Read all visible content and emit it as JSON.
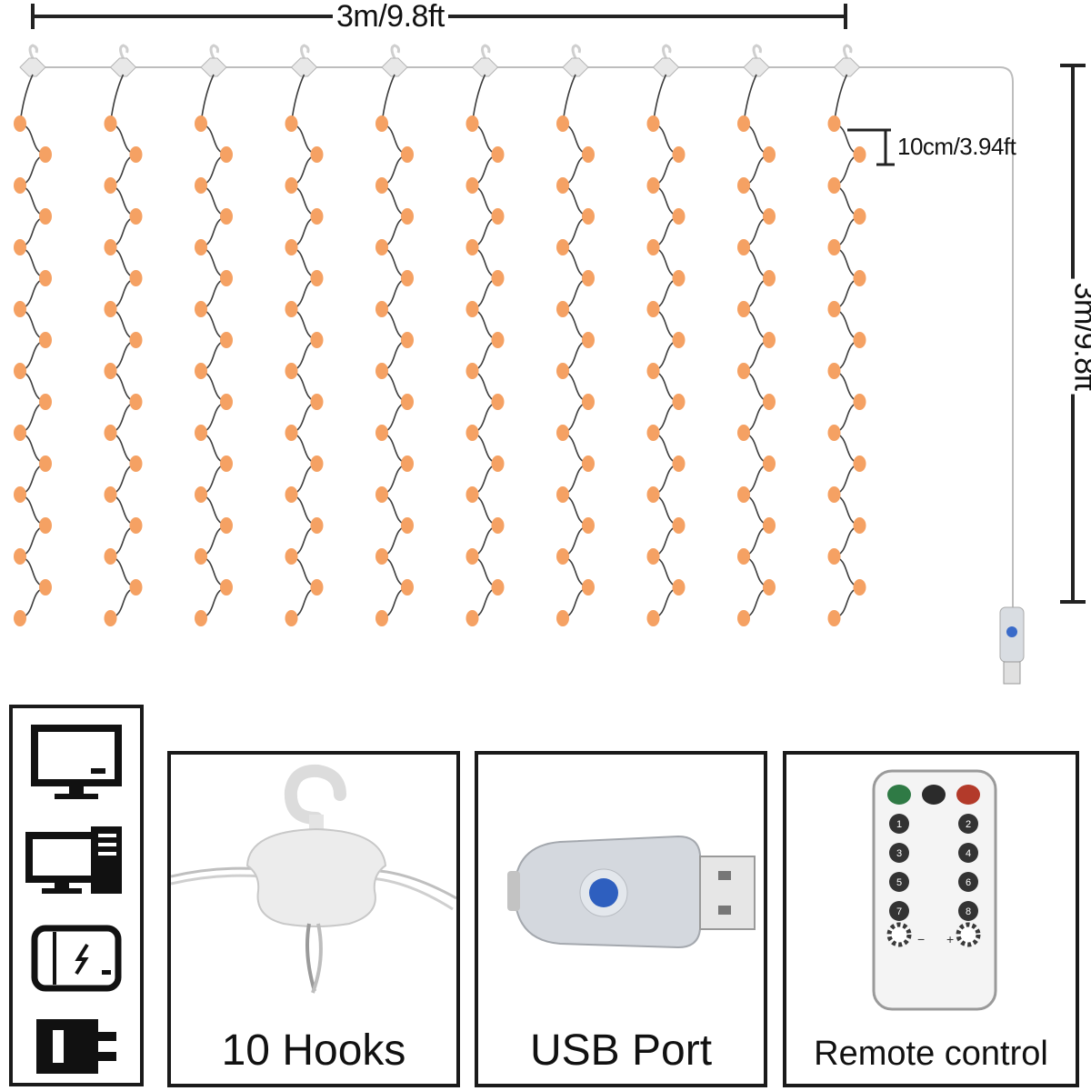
{
  "dimensions": {
    "width_label": "3m/9.8ft",
    "height_label": "3m/9.8ft",
    "spacing_label": "10cm/3.94ft"
  },
  "curtain": {
    "strand_count": 10,
    "led_color": "#f5a163",
    "wire_color": "#3c3c3c",
    "hook_color": "#e8e8e8"
  },
  "power_sources": [
    "monitor-icon",
    "desktop-pc-icon",
    "power-bank-icon",
    "wall-adapter-icon"
  ],
  "features": [
    {
      "label": "10 Hooks",
      "icon": "hook-icon"
    },
    {
      "label": "USB Port",
      "icon": "usb-plug-icon"
    },
    {
      "label": "Remote control",
      "icon": "remote-control-icon"
    }
  ],
  "remote": {
    "top_button_colors": [
      "#2f7a45",
      "#2b2b2b",
      "#b33a2a"
    ],
    "number_buttons": [
      "1",
      "2",
      "3",
      "4",
      "5",
      "6",
      "7",
      "8"
    ],
    "bottom_labels": [
      "−",
      "+"
    ]
  }
}
